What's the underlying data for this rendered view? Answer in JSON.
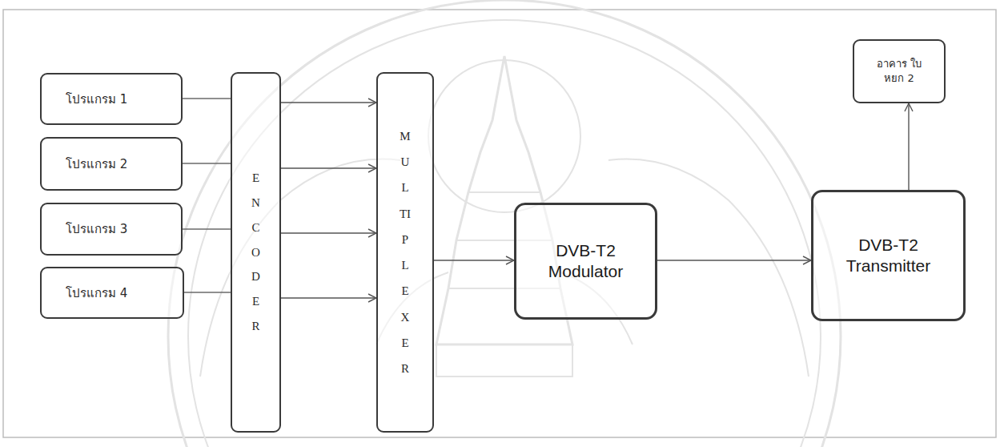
{
  "diagram": {
    "nodes": [
      {
        "text": [
          "โปรแกรม 1"
        ]
      },
      {
        "text": [
          "โปรแกรม 2"
        ]
      },
      {
        "text": [
          "โปรแกรม 3"
        ]
      },
      {
        "text": [
          "โปรแกรม 4"
        ]
      },
      {
        "text": [
          "ENCODER"
        ]
      },
      {
        "text": [
          "MULTIPLEXER"
        ]
      },
      {
        "text": [
          "DVB-T2 Modulator"
        ]
      },
      {
        "text": [
          "DVB-T2 Transmitter"
        ]
      },
      {
        "text": [
          "อาคาร ใบหยก 2"
        ]
      }
    ],
    "edges": [
      {
        "from": 0,
        "to": 4,
        "arrow": "none"
      },
      {
        "from": 1,
        "to": 4,
        "arrow": "none"
      },
      {
        "from": 2,
        "to": 4,
        "arrow": "none"
      },
      {
        "from": 3,
        "to": 4,
        "arrow": "none"
      },
      {
        "from": 4,
        "to": 5,
        "arrow": "to"
      },
      {
        "from": 4,
        "to": 5,
        "arrow": "to"
      },
      {
        "from": 4,
        "to": 5,
        "arrow": "to"
      },
      {
        "from": 4,
        "to": 5,
        "arrow": "to"
      },
      {
        "from": 5,
        "to": 6,
        "arrow": "to"
      },
      {
        "from": 6,
        "to": 7,
        "arrow": "to"
      },
      {
        "from": 7,
        "to": 8,
        "arrow": "to"
      }
    ]
  }
}
